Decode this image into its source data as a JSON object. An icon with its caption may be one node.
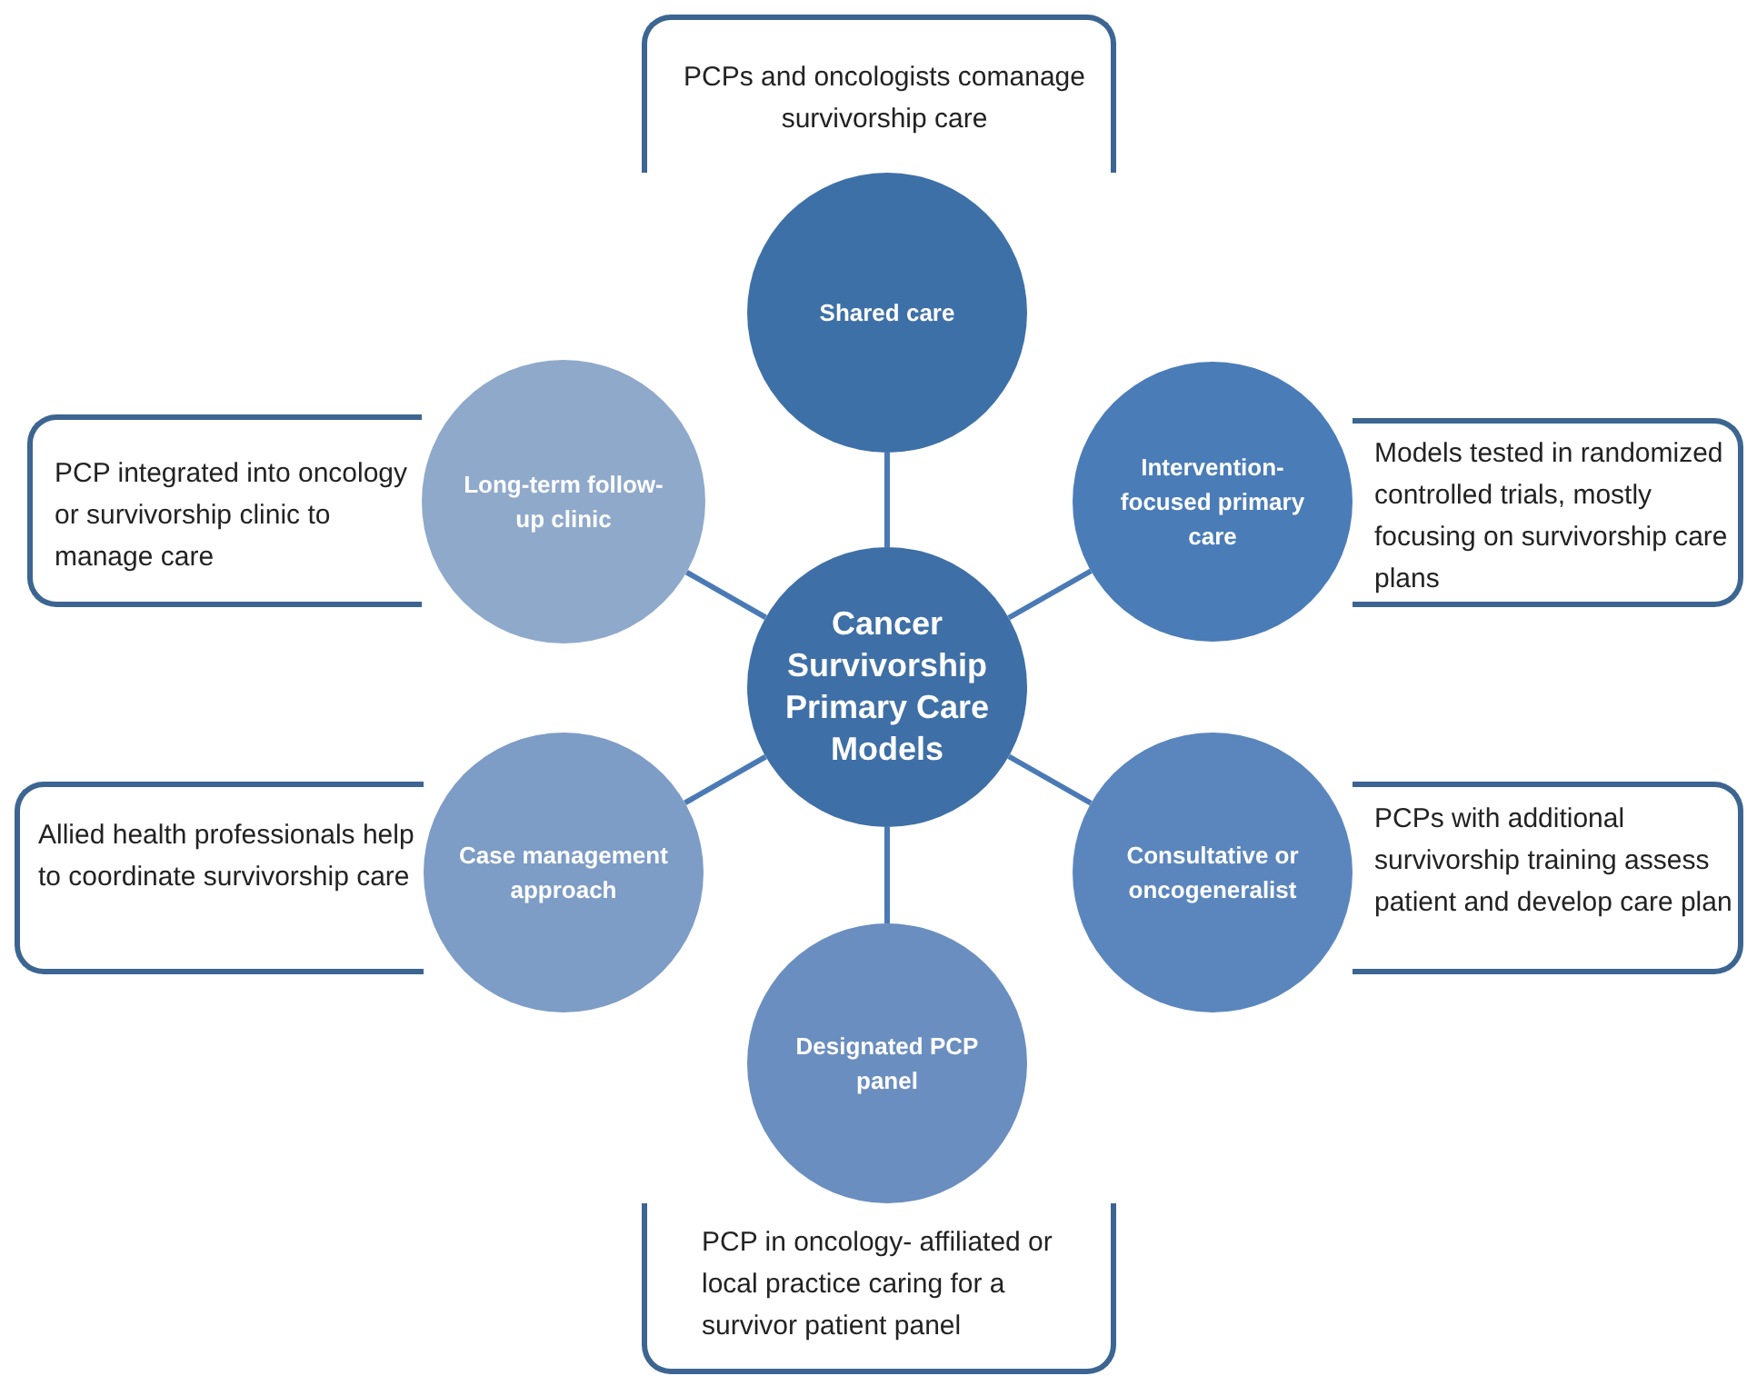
{
  "diagram": {
    "nodes": [
      {
        "text": [
          "PCPs and oncologists comanage survivorship care"
        ]
      },
      {
        "text": [
          "Shared care"
        ]
      },
      {
        "text": [
          "PCP integrated into oncology or survivorship clinic to manage care"
        ]
      },
      {
        "text": [
          "Long-term follow-up clinic"
        ]
      },
      {
        "text": [
          "Intervention-focused primary care"
        ]
      },
      {
        "text": [
          "Models tested in randomized controlled trials, mostly focusing on survivorship care plans"
        ]
      },
      {
        "text": [
          "Cancer Survivorship Primary Care Models"
        ]
      },
      {
        "text": [
          "Allied health professionals help to coordinate survivorship care"
        ]
      },
      {
        "text": [
          "Case management approach"
        ]
      },
      {
        "text": [
          "Consultative or oncogeneralist"
        ]
      },
      {
        "text": [
          "PCPs with additional survivorship training assess patient and develop care plan"
        ]
      },
      {
        "text": [
          "Designated PCP panel"
        ]
      },
      {
        "text": [
          "PCP in oncology- affiliated or local practice caring for a survivor patient panel"
        ]
      }
    ],
    "edges": [
      {
        "from": 6,
        "to": 1,
        "arrow": "none"
      },
      {
        "from": 6,
        "to": 3,
        "arrow": "none"
      },
      {
        "from": 6,
        "to": 4,
        "arrow": "none"
      },
      {
        "from": 6,
        "to": 8,
        "arrow": "none"
      },
      {
        "from": 6,
        "to": 9,
        "arrow": "none"
      },
      {
        "from": 6,
        "to": 11,
        "arrow": "none"
      }
    ]
  }
}
